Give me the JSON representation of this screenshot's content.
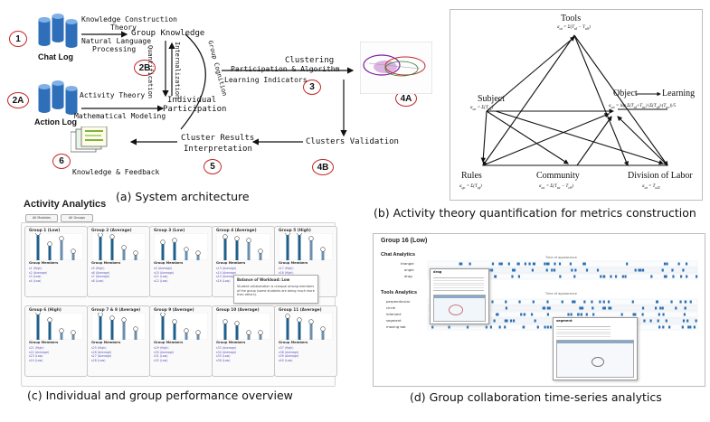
{
  "panel_a": {
    "caption": "(a) System architecture",
    "chat_log": "Chat Log",
    "action_log": "Action Log",
    "knowledge_construction": "Knowledge Construction",
    "theory": "Theory",
    "natural_language": "Natural Language",
    "processing": "Processing",
    "activity_theory": "Activity Theory",
    "mathematical_modeling": "Mathematical Modeling",
    "group_knowledge": "Group Knowledge",
    "quantification": "Quantification",
    "internalization": "Internalization",
    "group_cognition": "Group Cognition",
    "individual": "Individual",
    "participation": "Participation",
    "participation_algorithm": "Participation & Algorithm",
    "learning_indicators": "Learning Indicators",
    "clustering": "Clustering",
    "clusters_validation": "Clusters Validation",
    "cluster_results": "Cluster Results",
    "interpretation": "Interpretation",
    "knowledge_feedback": "Knowledge & Feedback",
    "steps": [
      "1",
      "2A",
      "2B",
      "3",
      "4A",
      "4B",
      "5",
      "6"
    ]
  },
  "panel_b": {
    "caption": "(b) Activity theory quantification for metrics construction",
    "tools": "Tools",
    "subject": "Subject",
    "object": "Object",
    "arrow": "→",
    "learning": "Learning",
    "rules": "Rules",
    "community": "Community",
    "division": "Division of Labor"
  },
  "panel_c": {
    "caption": "(c) Individual and group performance overview",
    "title": "Activity Analytics",
    "buttons": [
      "All Modules",
      "All Groups"
    ],
    "members_label": "Group Members",
    "groups": [
      {
        "name": "Group 1 (Low)",
        "members": [
          "s1 (High)",
          "s2 (Average)",
          "s3 (Low)",
          "s4 (Low)"
        ]
      },
      {
        "name": "Group 2 (Average)",
        "members": [
          "s5 (High)",
          "s6 (Average)",
          "s7 (Average)",
          "s8 (Low)"
        ]
      },
      {
        "name": "Group 3 (Low)",
        "members": [
          "s9 (Average)",
          "s10 (Average)",
          "s11 (Low)",
          "s12 (Low)"
        ]
      },
      {
        "name": "Group 4 (Average)",
        "members": [
          "s13 (Average)",
          "s14 (Average)",
          "s15 (Average)",
          "s16 (Low)"
        ]
      },
      {
        "name": "Group 5 (High)",
        "members": [
          "s17 (High)",
          "s18 (High)",
          "s19 (Average)",
          "s20 (Low)"
        ]
      },
      {
        "name": "Group 6 (High)",
        "members": [
          "s21 (High)",
          "s22 (Average)",
          "s23 (Low)",
          "s24 (Low)"
        ]
      },
      {
        "name": "Group 7 & 8 (Average)",
        "members": [
          "s25 (High)",
          "s26 (Average)",
          "s27 (Average)",
          "s28 (Low)"
        ]
      },
      {
        "name": "Group 9 (Average)",
        "members": [
          "s29 (High)",
          "s30 (Average)",
          "s31 (Low)",
          "s32 (Low)"
        ]
      },
      {
        "name": "Group 10 (Average)",
        "members": [
          "s33 (Average)",
          "s34 (Average)",
          "s35 (Low)",
          "s36 (Low)"
        ]
      },
      {
        "name": "Group 11 (Average)",
        "members": [
          "s37 (High)",
          "s38 (Average)",
          "s39 (Average)",
          "s40 (Low)"
        ]
      }
    ],
    "tooltip_title": "Balance of Workload: Low",
    "tooltip_body": "Student collaboration is unequal among members of the group (some students are doing much more than others)."
  },
  "panel_d": {
    "caption": "(d) Group collaboration time-series analytics",
    "title": "Group 16 (Low)",
    "chat_analytics": "Chat Analytics",
    "tools_analytics": "Tools Analytics",
    "time_label": "Time of appearance",
    "chat_rows": [
      "triangle",
      "angle",
      "drag"
    ],
    "tool_rows": [
      "perpendicular",
      "circle",
      "intersect",
      "segment",
      "moving tab"
    ],
    "popup1_title": "drag",
    "popup2_title": "segment"
  }
}
